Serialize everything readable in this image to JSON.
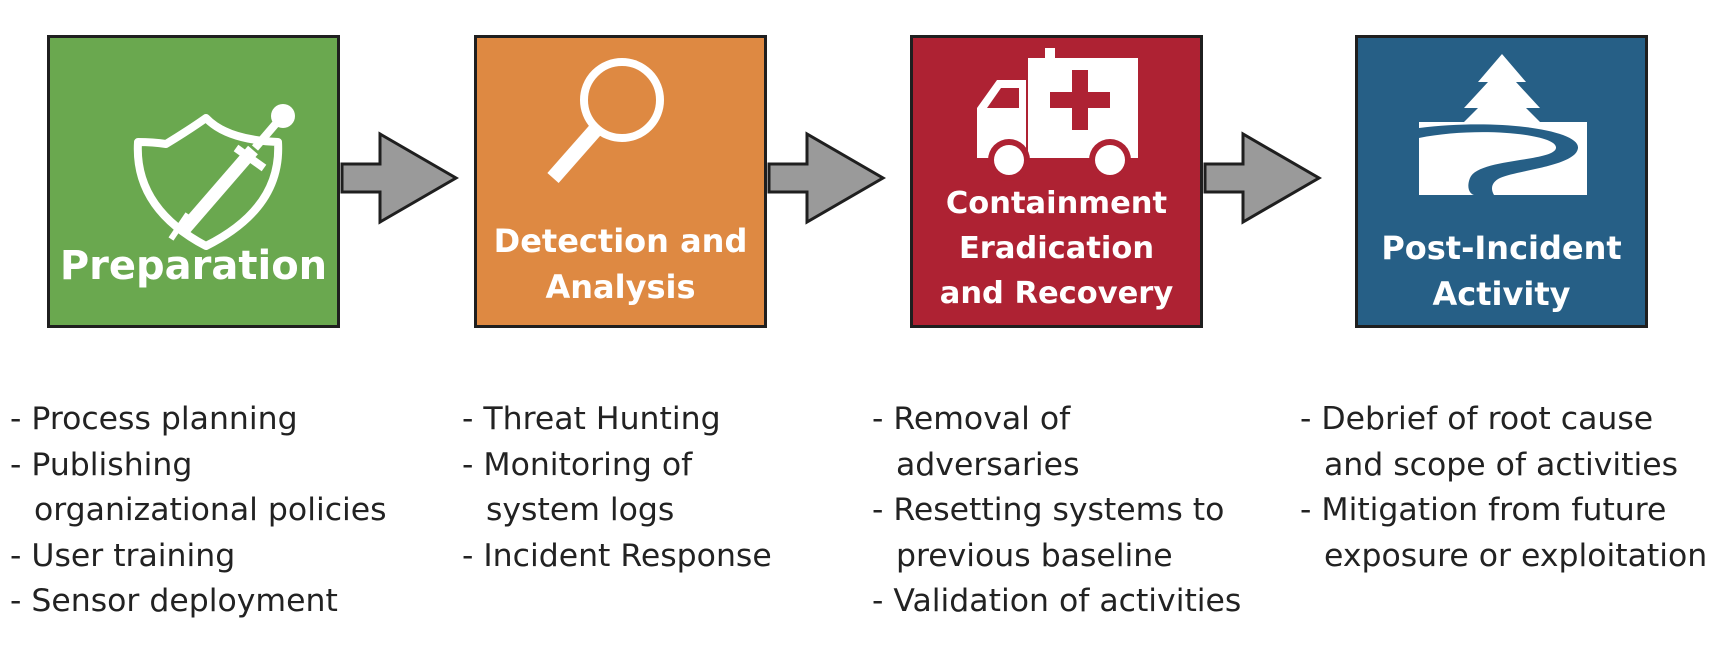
{
  "stages": [
    {
      "title_lines": [
        "Preparation"
      ],
      "color": "#6AA84F",
      "icon": "shield-syringe-icon",
      "items": [
        [
          "Process planning"
        ],
        [
          "Publishing",
          "organizational policies"
        ],
        [
          "User training"
        ],
        [
          "Sensor deployment"
        ]
      ]
    },
    {
      "title_lines": [
        "Detection and",
        "Analysis"
      ],
      "color": "#DE8942",
      "icon": "magnifying-glass-icon",
      "items": [
        [
          "Threat Hunting"
        ],
        [
          "Monitoring of",
          "system logs"
        ],
        [
          "Incident Response"
        ]
      ]
    },
    {
      "title_lines": [
        "Containment",
        "Eradication",
        "and Recovery"
      ],
      "color": "#AE2233",
      "icon": "ambulance-icon",
      "items": [
        [
          "Removal of",
          "adversaries"
        ],
        [
          "Resetting systems to",
          "previous baseline"
        ],
        [
          "Validation of activities"
        ]
      ]
    },
    {
      "title_lines": [
        "Post-Incident",
        "Activity"
      ],
      "color": "#265F86",
      "icon": "tree-river-icon",
      "items": [
        [
          "Debrief of root cause",
          "and scope of activities"
        ],
        [
          "Mitigation from future",
          "exposure or exploitation"
        ]
      ]
    }
  ],
  "arrow_color": "#9A9A9A"
}
